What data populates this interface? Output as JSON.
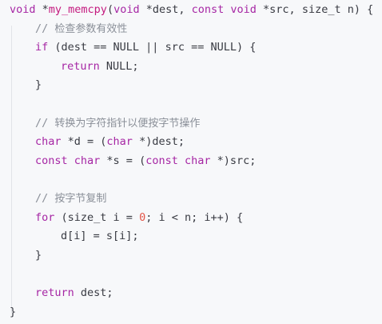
{
  "code": {
    "line1": {
      "kw_void": "void",
      "star": " *",
      "fn_name": "my_memcpy",
      "open": "(",
      "kw_void2": "void",
      "p1": " *dest, ",
      "kw_const": "const",
      "sp1": " ",
      "kw_void3": "void",
      "p2": " *src, size_t n) {"
    },
    "line2": {
      "comment_prefix": "// ",
      "comment_text": "检查参数有效性"
    },
    "line3": {
      "kw_if": "if",
      "rest": " (dest == NULL || src == NULL) {"
    },
    "line4": {
      "kw_return": "return",
      "rest": " NULL;"
    },
    "line5": {
      "text": "}"
    },
    "line7": {
      "comment_prefix": "// ",
      "comment_text": "转换为字符指针以便按字节操作"
    },
    "line8": {
      "kw_char": "char",
      "p1": " *d = (",
      "kw_char2": "char",
      "p2": " *)dest;"
    },
    "line9": {
      "kw_const": "const",
      "sp1": " ",
      "kw_char": "char",
      "p1": " *s = (",
      "kw_const2": "const",
      "sp2": " ",
      "kw_char2": "char",
      "p2": " *)src;"
    },
    "line11": {
      "comment_prefix": "// ",
      "comment_text": "按字节复制"
    },
    "line12": {
      "kw_for": "for",
      "p1": " (size_t i = ",
      "num": "0",
      "p2": "; i < n; i++) {"
    },
    "line13": {
      "text": "d[i] = s[i];"
    },
    "line14": {
      "text": "}"
    },
    "line16": {
      "kw_return": "return",
      "rest": " dest;"
    },
    "line17": {
      "text": "}"
    }
  },
  "colors": {
    "keyword": "#a626a4",
    "function": "#c41a7f",
    "comment": "#8a8f98",
    "number": "#e45649",
    "plain": "#383a42",
    "background": "#f7f8fa"
  }
}
